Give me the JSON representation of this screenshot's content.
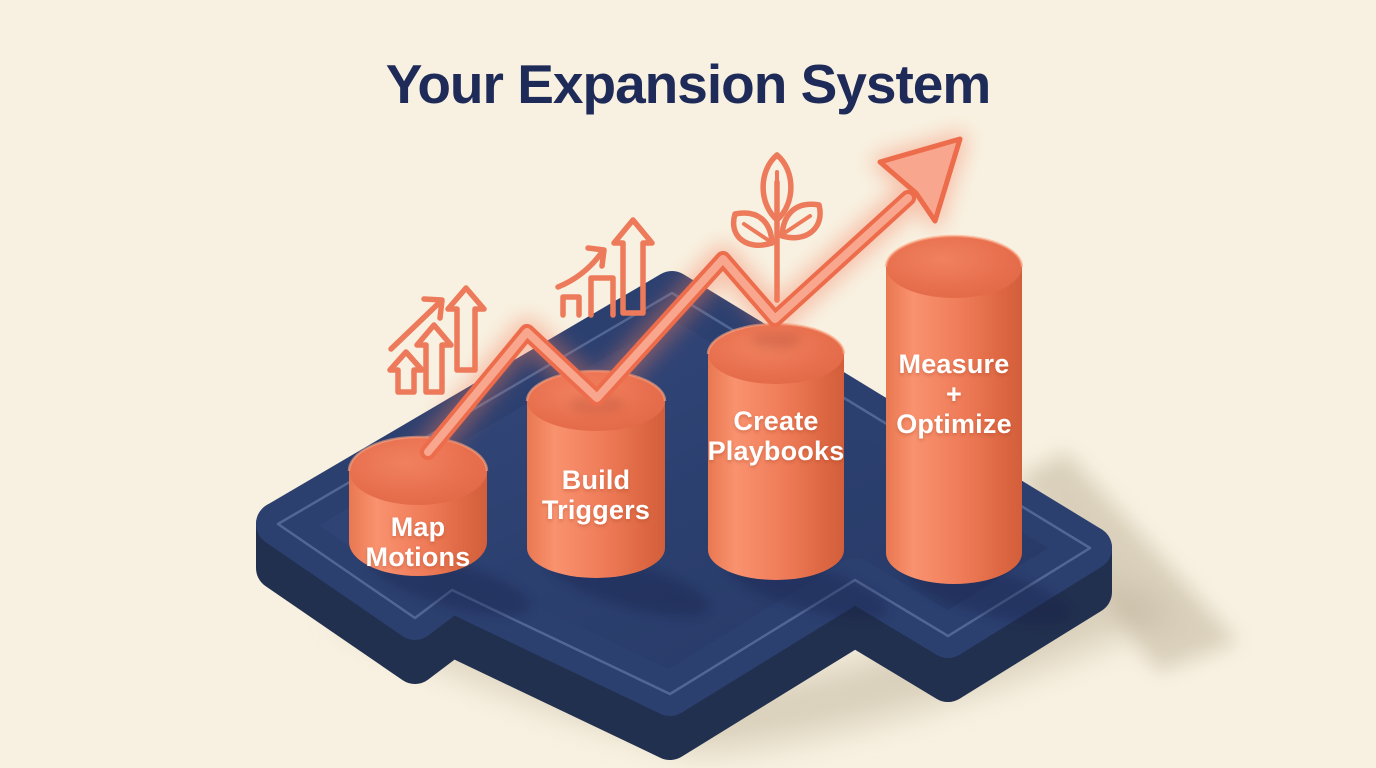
{
  "title": "Your Expansion System",
  "diagram": {
    "steps": [
      {
        "label": "Map\nMotions"
      },
      {
        "label": "Build\nTriggers"
      },
      {
        "label": "Create\nPlaybooks"
      },
      {
        "label": "Measure\n+\nOptimize"
      }
    ],
    "icons": [
      {
        "name": "rising-block-arrows-icon"
      },
      {
        "name": "bar-chart-growth-icon"
      },
      {
        "name": "sprout-icon"
      },
      {
        "name": "trend-zigzag-arrow-icon"
      }
    ]
  },
  "colors": {
    "background": "#f8f1e1",
    "title_navy": "#1e2a57",
    "platform_navy_top": "#2e4272",
    "platform_navy_side": "#22304f",
    "coral": "#ee7454",
    "coral_light": "#f8a78e",
    "label_text": "#ffffff"
  }
}
